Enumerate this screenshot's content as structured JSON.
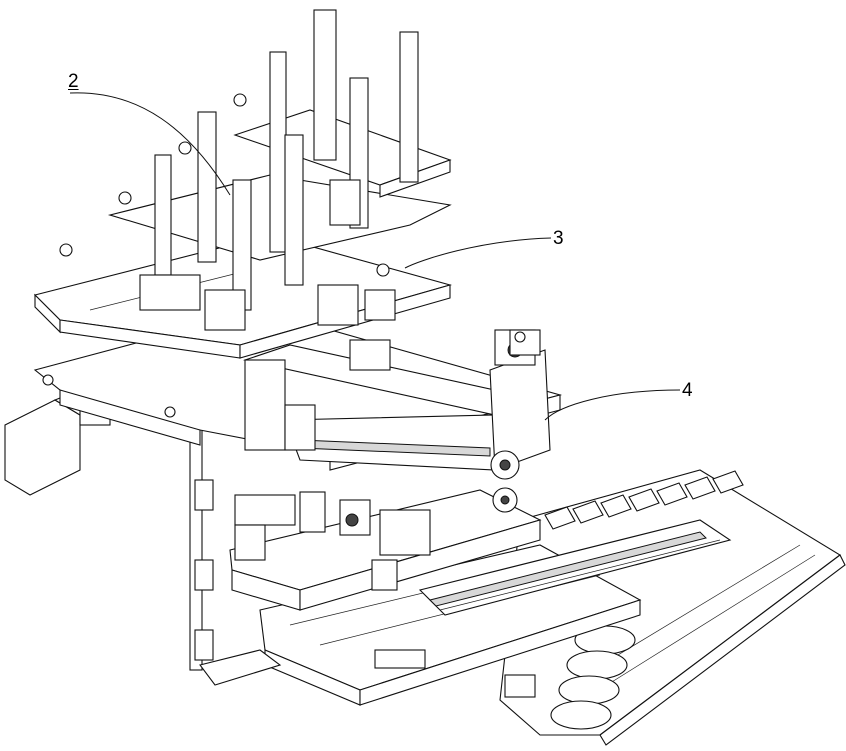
{
  "figure": {
    "type": "mechanical isometric line drawing",
    "colors": {
      "background": "#ffffff",
      "line": "#111111"
    },
    "callouts": [
      {
        "id": "2",
        "label": "2"
      },
      {
        "id": "3",
        "label": "3"
      },
      {
        "id": "4",
        "label": "4"
      }
    ]
  }
}
